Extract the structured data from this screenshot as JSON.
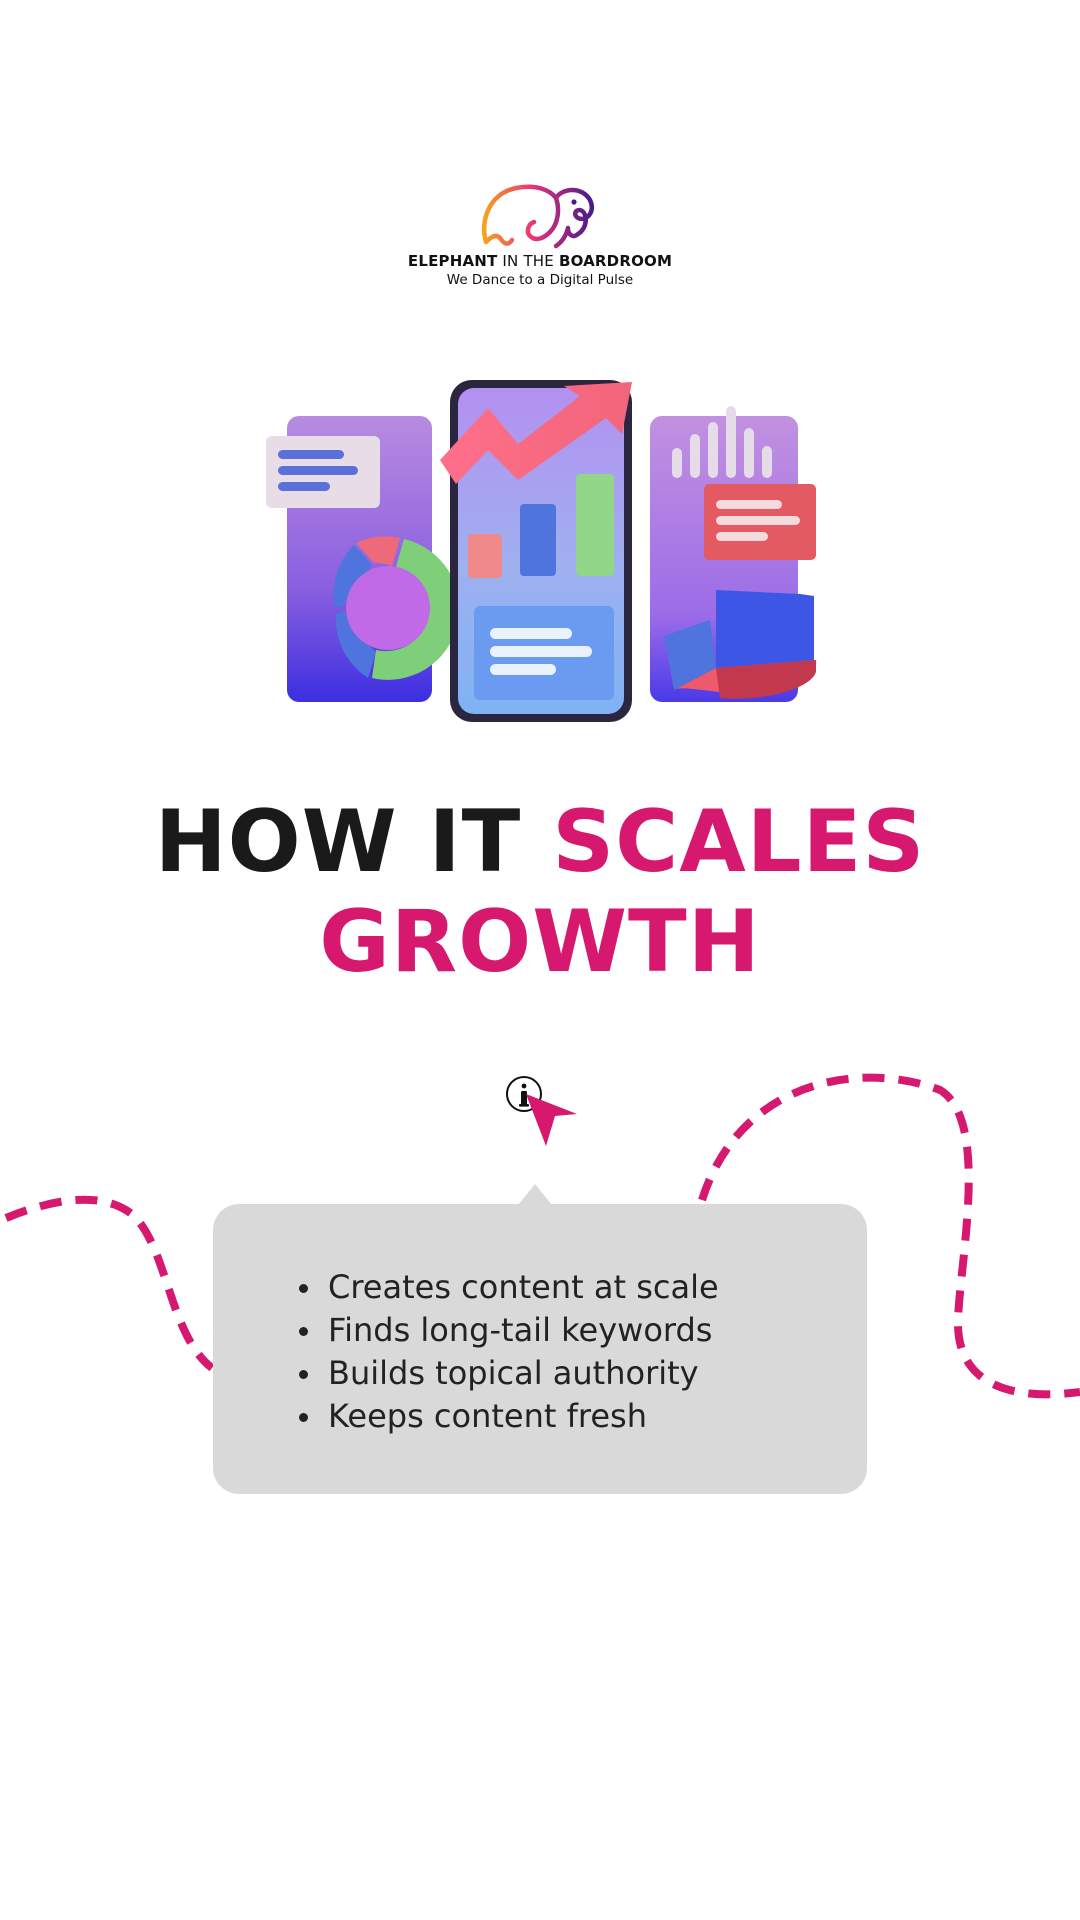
{
  "brand": {
    "name_bold_start": "ELEPHANT",
    "name_mid": " IN THE ",
    "name_bold_end": "BOARDROOM",
    "tagline": "We Dance to a Digital Pulse"
  },
  "headline": {
    "line1_dark": "HOW IT ",
    "line1_accent": "SCALES",
    "line2_accent": "GROWTH"
  },
  "info_card": {
    "items": [
      "Creates content at scale",
      "Finds long-tail keywords",
      "Builds topical authority",
      "Keeps content fresh"
    ]
  },
  "icons": {
    "info": "info-icon",
    "cursor": "cursor-arrow-icon",
    "logo": "elephant-logo"
  },
  "colors": {
    "accent": "#d6196f",
    "text_dark": "#1a1a1a",
    "card_bg": "#d9d9d9",
    "background": "#ffffff"
  }
}
